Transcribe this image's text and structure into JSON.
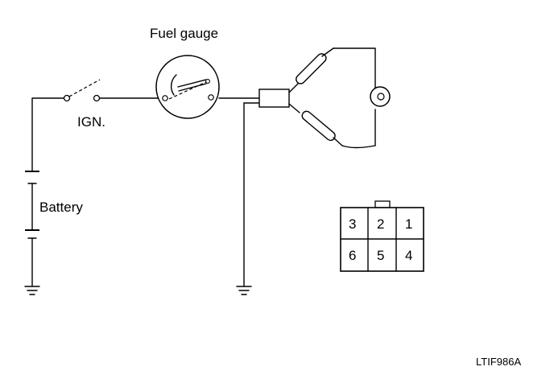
{
  "labels": {
    "fuel_gauge": "Fuel gauge",
    "ignition": "IGN.",
    "battery": "Battery",
    "figure_code": "LTIF986A"
  },
  "connector": {
    "top_row": [
      "3",
      "2",
      "1"
    ],
    "bottom_row": [
      "6",
      "5",
      "4"
    ]
  }
}
